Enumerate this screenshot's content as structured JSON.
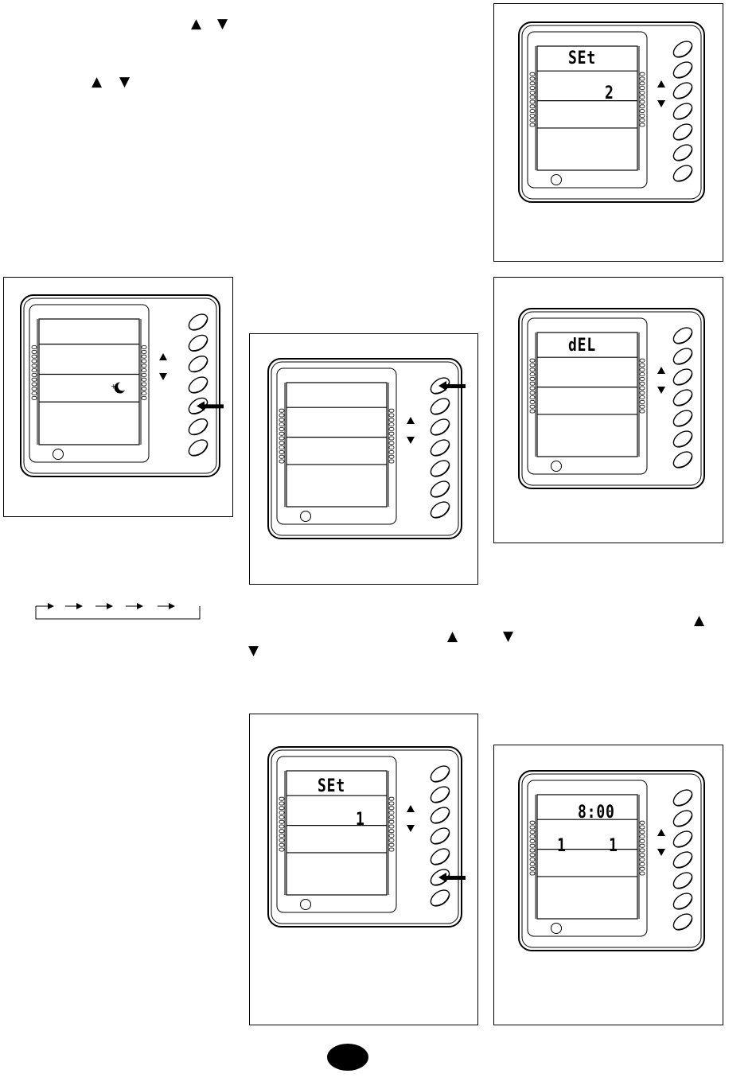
{
  "page": {
    "background": "#ffffff",
    "ink": "#000000"
  },
  "arrow_glyphs": {
    "up": "▲",
    "down": "▼"
  },
  "panels": {
    "p1": {
      "lcd_top": "",
      "lcd_mid": "",
      "arrow_row": 4,
      "sleep_icon": "sleep-moon-icon"
    },
    "p2": {
      "lcd_top": "",
      "lcd_mid": "",
      "arrow_row": 0
    },
    "p3": {
      "lcd_top": "SEt",
      "lcd_mid": "1",
      "arrow_row": 5
    },
    "p4": {
      "lcd_top": "SEt",
      "lcd_mid": "2"
    },
    "p5": {
      "lcd_top": "dEL",
      "lcd_mid": ""
    },
    "p6": {
      "lcd_top": "8:00",
      "lcd_mid_left": "1",
      "lcd_mid_right": "1"
    }
  },
  "page_number_badge": {
    "shape": "filled-ellipse",
    "color": "#000000"
  }
}
